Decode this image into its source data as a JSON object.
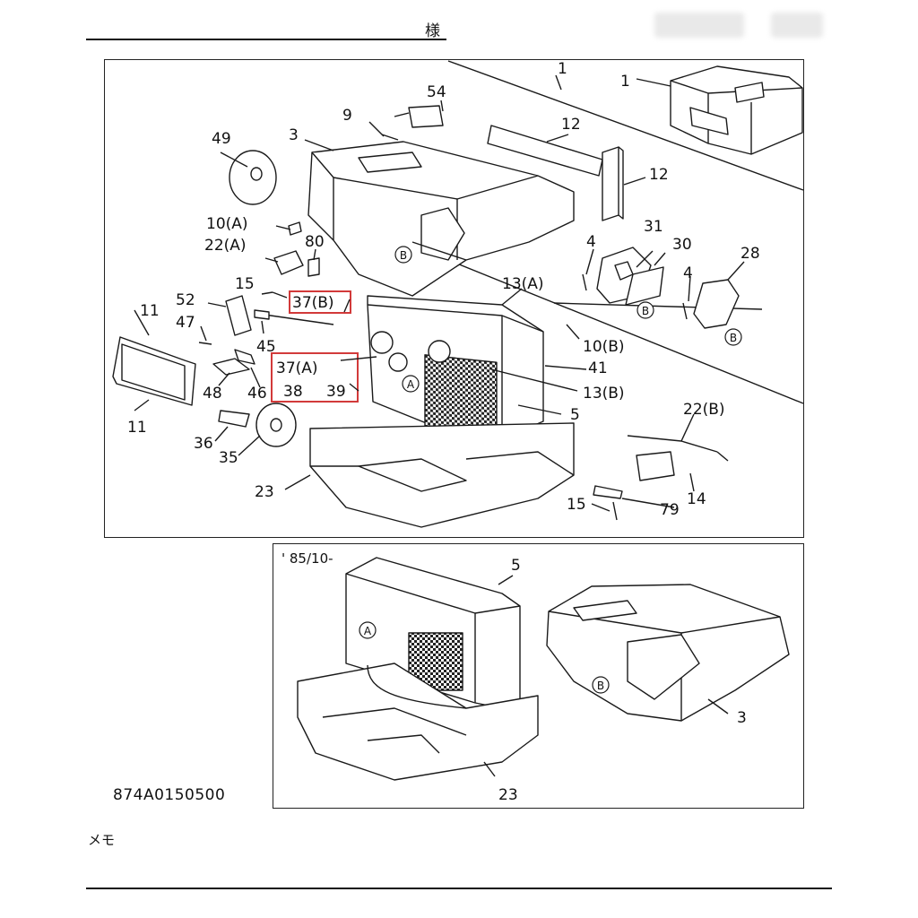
{
  "header": {
    "char": "様"
  },
  "diagram": {
    "code": "874A0150500",
    "inset_label": "' 85/10-",
    "memo": "メモ",
    "highlight_color": "#d23a3a",
    "labels": {
      "l1a": "1",
      "l1b": "1",
      "l54": "54",
      "l9": "9",
      "l12a": "12",
      "l12b": "12",
      "l49": "49",
      "l3": "3",
      "l10a": "10(A)",
      "l80": "80",
      "l22a": "22(A)",
      "l15a": "15",
      "l37b": "37(B)",
      "l13a": "13(A)",
      "l4a": "4",
      "l31": "31",
      "l30": "30",
      "l4b": "4",
      "l28": "28",
      "l52": "52",
      "l11a": "11",
      "l47": "47",
      "l45": "45",
      "l10b": "10(B)",
      "l37a": "37(A)",
      "l41": "41",
      "l38": "38",
      "l39": "39",
      "l13b": "13(B)",
      "l48": "48",
      "l46": "46",
      "l11b": "11",
      "l5a": "5",
      "l36": "36",
      "l35": "35",
      "l22b": "22(B)",
      "l23a": "23",
      "l14": "14",
      "l15b": "15",
      "l79": "79",
      "l5b": "5",
      "l3b": "3",
      "l23b": "23"
    },
    "circles": {
      "cB1": "B",
      "cB2": "B",
      "cB3": "B",
      "cA1": "A",
      "cA2": "A",
      "cB4": "B"
    }
  }
}
